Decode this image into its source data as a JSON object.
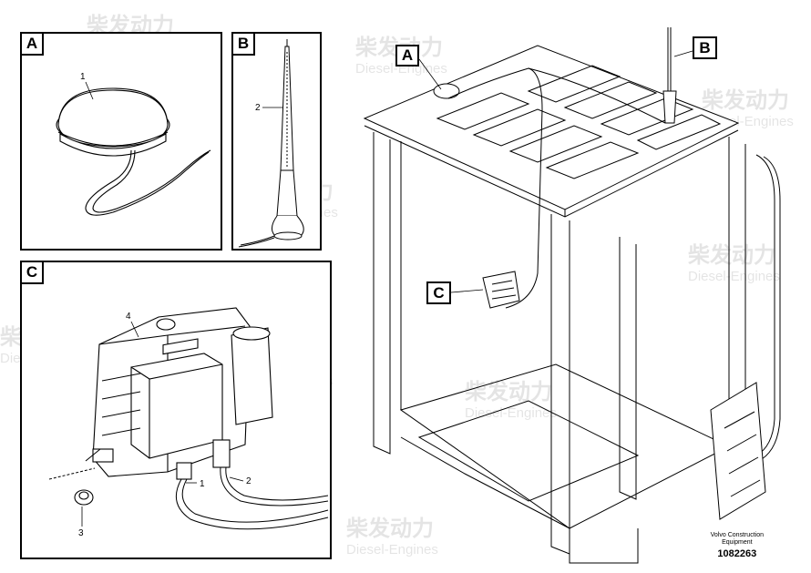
{
  "panels": {
    "A": {
      "label": "A",
      "callouts": [
        "1"
      ]
    },
    "B": {
      "label": "B",
      "callouts": [
        "2"
      ]
    },
    "C": {
      "label": "C",
      "callouts": [
        "4",
        "1",
        "2",
        "3"
      ]
    }
  },
  "main_tags": {
    "A": "A",
    "B": "B",
    "C": "C"
  },
  "footer": {
    "org_line1": "Volvo Construction",
    "org_line2": "Equipment",
    "number": "1082263"
  },
  "watermark": {
    "cn": "柴发动力",
    "en": "Diesel-Engines"
  }
}
